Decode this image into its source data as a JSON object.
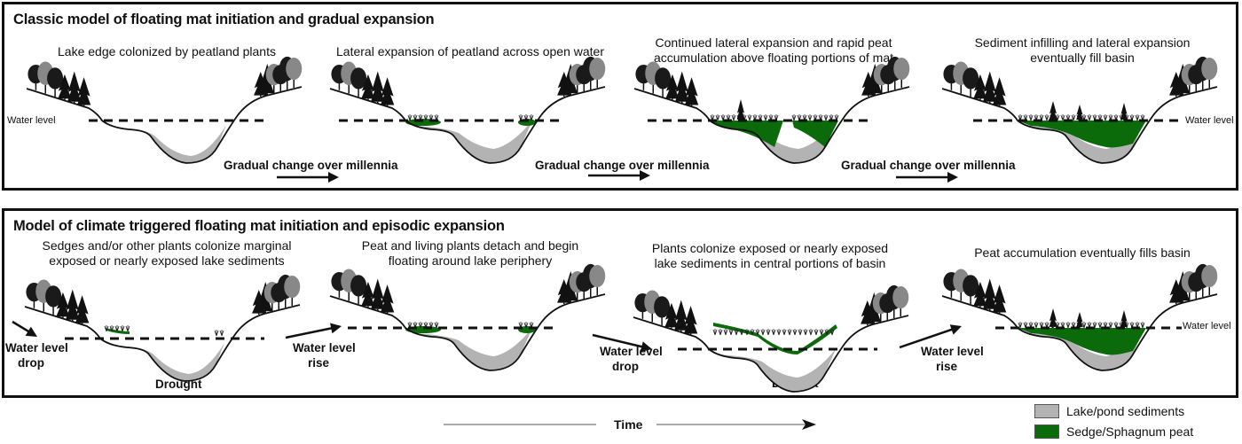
{
  "colors": {
    "sediment": "#b3b3b3",
    "peat": "#0b6b0b",
    "ink": "#111111"
  },
  "classic_model": {
    "title": "Classic model of floating mat initiation and gradual expansion",
    "stages": [
      {
        "caption": [
          "Lake edge colonized by peatland plants"
        ],
        "water_label": "Water level",
        "stage": "initial"
      },
      {
        "caption": [
          "Lateral expansion of peatland across open water"
        ],
        "stage": "lateral"
      },
      {
        "caption": [
          "Continued lateral expansion and rapid peat",
          "accumulation above floating portions of mat"
        ],
        "stage": "continued"
      },
      {
        "caption": [
          "Sediment infilling and lateral expansion",
          "eventually fill basin"
        ],
        "water_label": "Water level",
        "stage": "filled"
      }
    ],
    "transitions": [
      {
        "label": "Gradual change over millennia"
      },
      {
        "label": "Gradual change over millennia"
      },
      {
        "label": "Gradual change over millennia"
      }
    ]
  },
  "climate_model": {
    "title": "Model of climate triggered floating mat initiation and episodic expansion",
    "stages": [
      {
        "caption": [
          "Sedges and/or other plants colonize marginal",
          "exposed or nearly exposed lake sediments"
        ],
        "condition": "Drought",
        "stage": "drought-margin"
      },
      {
        "caption": [
          "Peat and living plants detach and begin",
          "floating around lake periphery"
        ],
        "stage": "floating-periphery"
      },
      {
        "caption": [
          "Plants colonize exposed or nearly exposed",
          "lake sediments in central portions of basin"
        ],
        "condition": "Drought",
        "stage": "drought-center"
      },
      {
        "caption": [
          "Peat accumulation eventually fills basin"
        ],
        "water_label": "Water level",
        "stage": "filled"
      }
    ],
    "transitions": [
      {
        "label": [
          "Water level",
          "drop"
        ],
        "direction": "down"
      },
      {
        "label": [
          "Water level",
          "rise"
        ],
        "direction": "up"
      },
      {
        "label": [
          "Water level",
          "drop"
        ],
        "direction": "down"
      },
      {
        "label": [
          "Water level",
          "rise"
        ],
        "direction": "up"
      }
    ]
  },
  "time_axis": {
    "label": "Time"
  },
  "legend": [
    {
      "label": "Lake/pond sediments",
      "color": "#b3b3b3"
    },
    {
      "label": "Sedge/Sphagnum peat",
      "color": "#0b6b0b"
    }
  ]
}
